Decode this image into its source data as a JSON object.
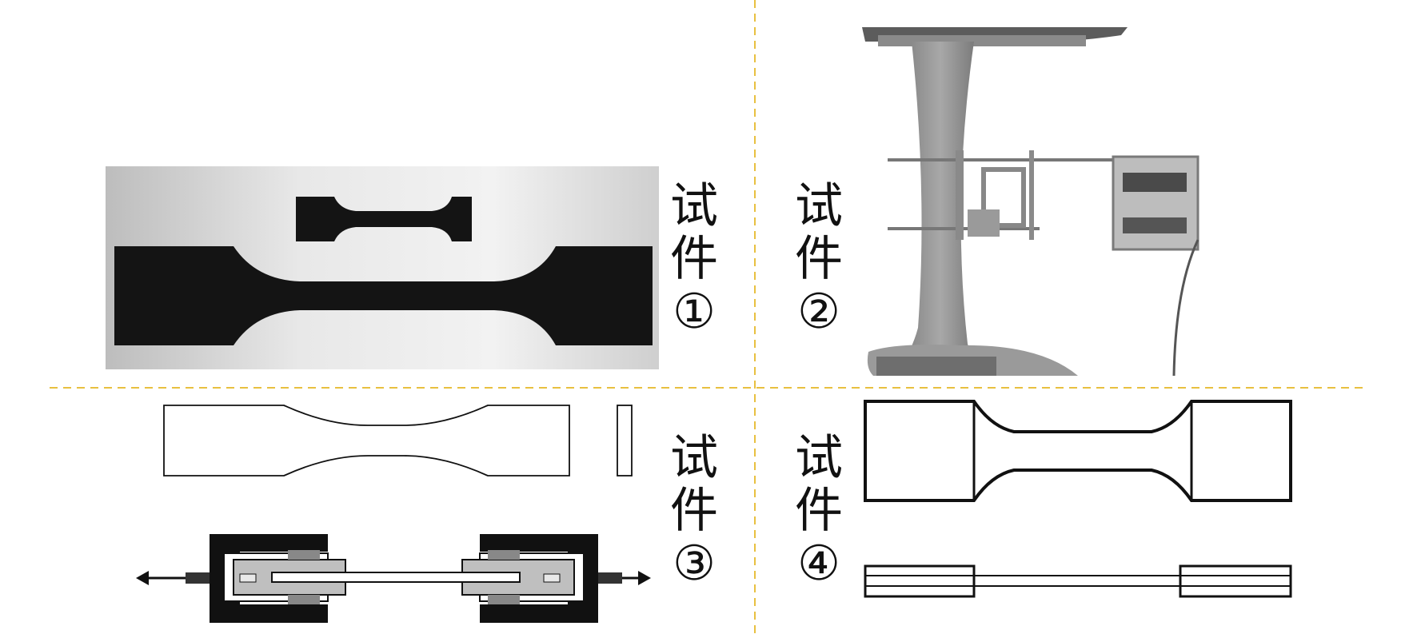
{
  "specimens": [
    {
      "char1": "试",
      "char2": "件",
      "num": "①"
    },
    {
      "char1": "试",
      "char2": "件",
      "num": "②"
    },
    {
      "char1": "试",
      "char2": "件",
      "num": "③"
    },
    {
      "char1": "试",
      "char2": "件",
      "num": "④"
    }
  ],
  "colors": {
    "divider": "#e8c040",
    "ink": "#111111",
    "photo_bg": "#e6e6e6"
  }
}
